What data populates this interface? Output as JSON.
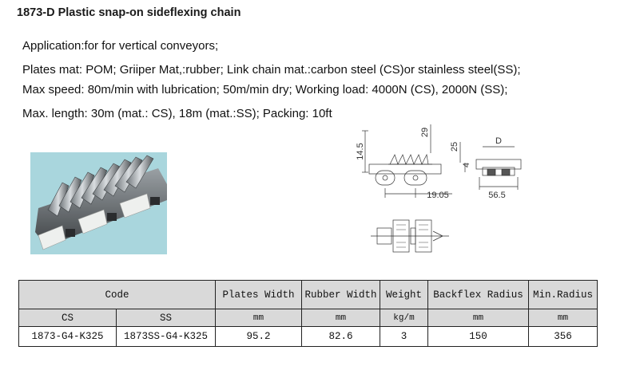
{
  "title": "1873-D Plastic snap-on sideflexing chain",
  "specs": [
    "Application:for  for vertical conveyors;",
    "Plates mat: POM; Griiper Mat,:rubber; Link chain mat.:carbon steel (CS)or stainless steel(SS);",
    "Max speed: 80m/min with lubrication; 50m/min dry; Working load: 4000N (CS), 2000N (SS);",
    "Max. length: 30m (mat.: CS), 18m (mat.:SS); Packing: 10ft"
  ],
  "drawing": {
    "dim_height_total": "14.5",
    "dim_gripper": "29",
    "dim_pitch": "19.05",
    "dim_plate_height": "25",
    "dim_plate_thick": "4",
    "dim_D": "D",
    "dim_width": "56.5"
  },
  "table": {
    "headers": {
      "code": "Code",
      "plates_width": "Plates Width",
      "rubber_width": "Rubber Width",
      "weight": "Weight",
      "backflex": "Backflex Radius",
      "min_radius": "Min.Radius"
    },
    "sub": {
      "cs": "CS",
      "ss": "SS",
      "plates_unit": "mm",
      "rubber_unit": "mm",
      "weight_unit": "kg/m",
      "backflex_unit": "mm",
      "min_radius_unit": "mm"
    },
    "row": {
      "cs": "1873-G4-K325",
      "ss": "1873SS-G4-K325",
      "plates_width": "95.2",
      "rubber_width": "82.6",
      "weight": "3",
      "backflex": "150",
      "min_radius": "356"
    }
  },
  "colors": {
    "photo_bg": "#a9d6dd",
    "header_bg": "#d9d9d9"
  }
}
